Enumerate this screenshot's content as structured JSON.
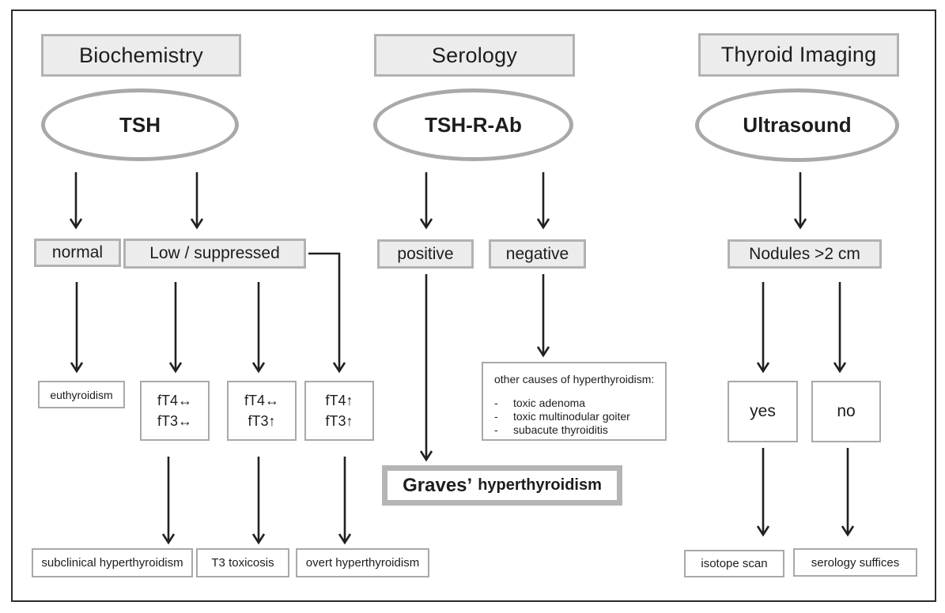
{
  "colors": {
    "frame-border": "#2d292a",
    "shaded-fill": "#ececec",
    "shaded-border": "#b2b2b2",
    "ellipse-border": "#a9a9a9",
    "thin-border": "#a9a9a9",
    "graves-border": "#b5b5b5",
    "arrow": "#231f20",
    "text": "#1d1d1d"
  },
  "bullet": "-",
  "columns": [
    {
      "header": "Biochemistry",
      "ellipse": "TSH",
      "decisions": [
        "normal",
        "Low / suppressed"
      ],
      "euthyroidism": "euthyroidism",
      "ft_boxes": [
        [
          "fT4↔",
          "fT3↔"
        ],
        [
          "fT4↔",
          "fT3↑"
        ],
        [
          "fT4↑",
          "fT3↑"
        ]
      ],
      "outcomes": [
        "subclinical hyperthyroidism",
        "T3 toxicosis",
        "overt hyperthyroidism"
      ]
    },
    {
      "header": "Serology",
      "ellipse": "TSH-R-Ab",
      "decisions": [
        "positive",
        "negative"
      ],
      "other_causes": {
        "title": "other causes of hyperthyroidism:",
        "items": [
          "toxic adenoma",
          "toxic multinodular goiter",
          "subacute thyroiditis"
        ]
      },
      "conclusion": {
        "lead": "Graves’",
        "rest": "hyperthyroidism"
      }
    },
    {
      "header": "Thyroid Imaging",
      "ellipse": "Ultrasound",
      "decisions": [
        "Nodules >2 cm"
      ],
      "results": [
        "yes",
        "no"
      ],
      "outcomes": [
        "isotope scan",
        "serology suffices"
      ]
    }
  ]
}
